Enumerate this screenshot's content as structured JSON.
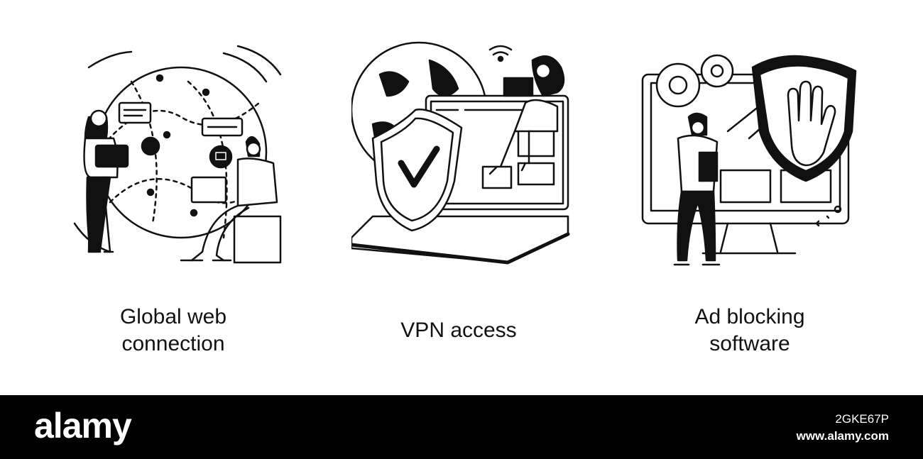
{
  "panels": [
    {
      "caption_line1": "Global web",
      "caption_line2": "connection",
      "icon": "globe-network-icon"
    },
    {
      "caption_line1": "VPN access",
      "icon": "vpn-shield-laptop-icon"
    },
    {
      "caption_line1": "Ad blocking",
      "caption_line2": "software",
      "icon": "ad-block-shield-hand-icon"
    }
  ],
  "footer": {
    "logo": "alamy",
    "image_id": "2GKE67P",
    "site": "www.alamy.com",
    "background": "#000000"
  }
}
